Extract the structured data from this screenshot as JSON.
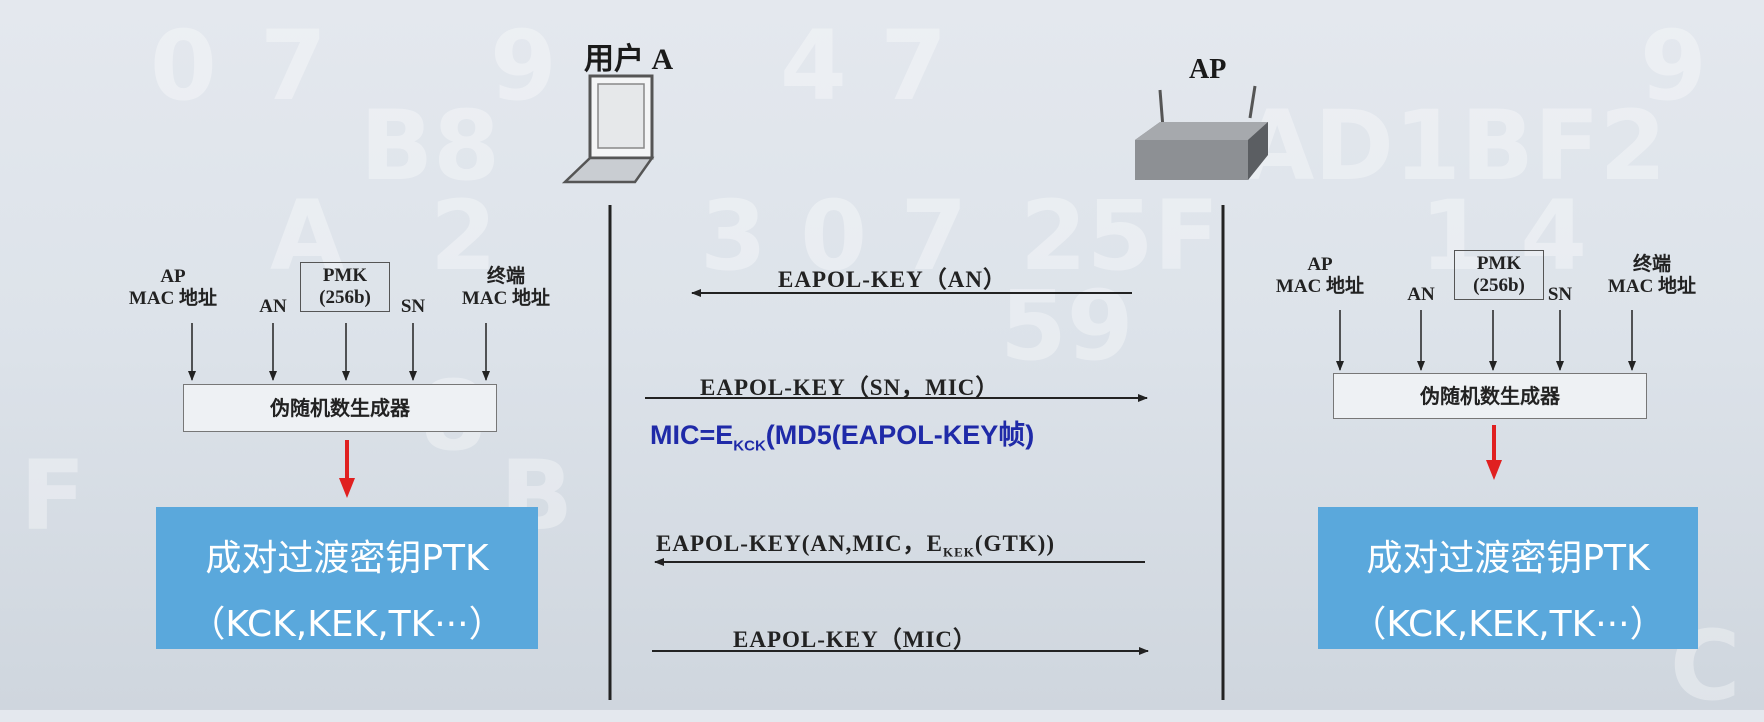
{
  "user_label": "用户 A",
  "ap_label": "AP",
  "messages": [
    {
      "text": "EAPOL-KEY（AN）",
      "direction": "left"
    },
    {
      "text": "EAPOL-KEY（SN，MIC）",
      "direction": "right"
    },
    {
      "direction": "left",
      "prefix": "EAPOL-KEY(AN,MIC，E",
      "sub": "KEK",
      "suffix": "(GTK))"
    },
    {
      "text": "EAPOL-KEY（MIC）",
      "direction": "right"
    }
  ],
  "mic_formula": {
    "prefix": "MIC=E",
    "sub": "KCK",
    "suffix": "(MD5(EAPOL-KEY帧)"
  },
  "left_panel": {
    "inputs": {
      "ap_mac_1": "AP",
      "ap_mac_2": "MAC 地址",
      "an": "AN",
      "pmk_1": "PMK",
      "pmk_2": "(256b)",
      "sn": "SN",
      "term_1": "终端",
      "term_2": "MAC 地址"
    },
    "generator": "伪随机数生成器",
    "ptk_title": "成对过渡密钥PTK",
    "ptk_sub": "（KCK,KEK,TK···）"
  },
  "right_panel": {
    "inputs": {
      "ap_mac_1": "AP",
      "ap_mac_2": "MAC 地址",
      "an": "AN",
      "pmk_1": "PMK",
      "pmk_2": "(256b)",
      "sn": "SN",
      "term_1": "终端",
      "term_2": "MAC 地址"
    },
    "generator": "伪随机数生成器",
    "ptk_title": "成对过渡密钥PTK",
    "ptk_sub": "（KCK,KEK,TK···）"
  },
  "colors": {
    "ptk_box": "#5aa8dc",
    "mic_text": "#1f2aa8",
    "arrow_red": "#e02020"
  }
}
